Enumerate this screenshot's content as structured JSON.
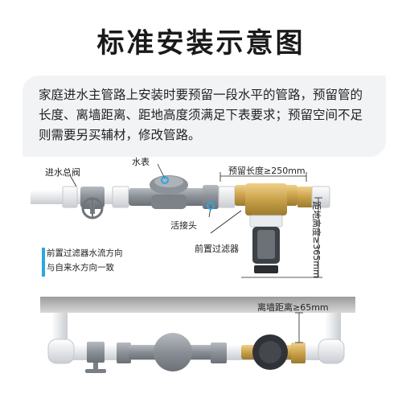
{
  "title": "标准安装示意图",
  "intro": "家庭进水主管路上安装时要预留一段水平的管路，预留管的长度、离墙距离、距地高度须满足下表要求；预留空间不足则需要另买辅材，修改管路。",
  "labels": {
    "main_valve": "进水总阀",
    "water_meter": "水表",
    "union_joint": "活接头",
    "pre_filter": "前置过滤器",
    "reserved_length": "预留长度≥250mm",
    "floor_height": "距地高度≥365mm",
    "wall_distance": "离墙距离≥65mm",
    "flow_note": "前置过滤器水流方向与自来水方向一致"
  },
  "colors": {
    "pipe": "#e6e8eb",
    "meter": "#8a8f96",
    "brass": "#c9a24a",
    "callout": "#2aa7e0",
    "wall": "#b9b9b9"
  }
}
